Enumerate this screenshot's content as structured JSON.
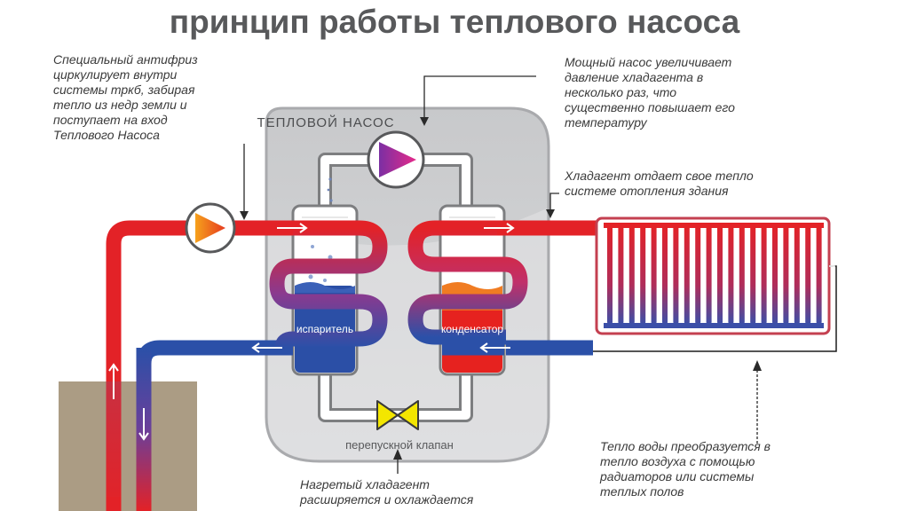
{
  "title": "принцип работы теплового насоса",
  "box_label": "ТЕПЛОВОЙ НАСОС",
  "evaporator_label": "испаритель",
  "condenser_label": "конденсатор",
  "valve_label": "перепускной клапан",
  "notes": {
    "top_left": [
      "Специальный антифриз",
      "циркулирует внутри",
      "системы тркб, забирая",
      "тепло из недр земли и",
      "поступает на вход",
      "Теплового Насоса"
    ],
    "top_right": [
      "Мощный насос увеличивает",
      "давление хладагента в",
      "несколько раз, что",
      "существенно повышает его",
      "температуру"
    ],
    "mid_right": [
      "Хладагент отдает свое тепло",
      "системе отопления здания"
    ],
    "bottom_right": [
      "Тепло воды преобразуется в",
      "тепло воздуха  с помощью",
      "радиаторов или системы",
      "теплых полов"
    ],
    "bottom_center": [
      "Нагретый хладагент",
      "расширяется и охлаждается"
    ]
  },
  "colors": {
    "hot": "#e32227",
    "cold": "#2b50a8",
    "text": "#58595b",
    "box": "#d1d2d4",
    "ground": "#ab9c84",
    "valve": "#f3e600"
  }
}
